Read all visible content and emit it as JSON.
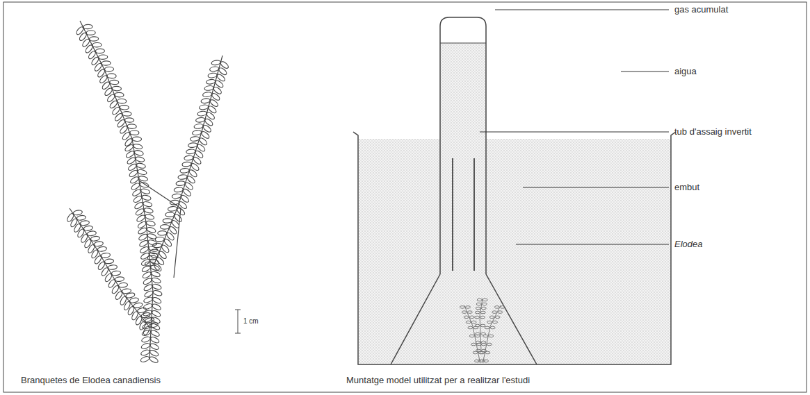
{
  "diagram": {
    "labels": [
      "1 cm",
      "gas acumulat",
      "aigua",
      "tub d'assaig invertit",
      "embut",
      "Elodea",
      "Branquetes de Elodea canadiensis",
      "Muntatge model utilitzat per a realitzar l'estudi"
    ]
  }
}
